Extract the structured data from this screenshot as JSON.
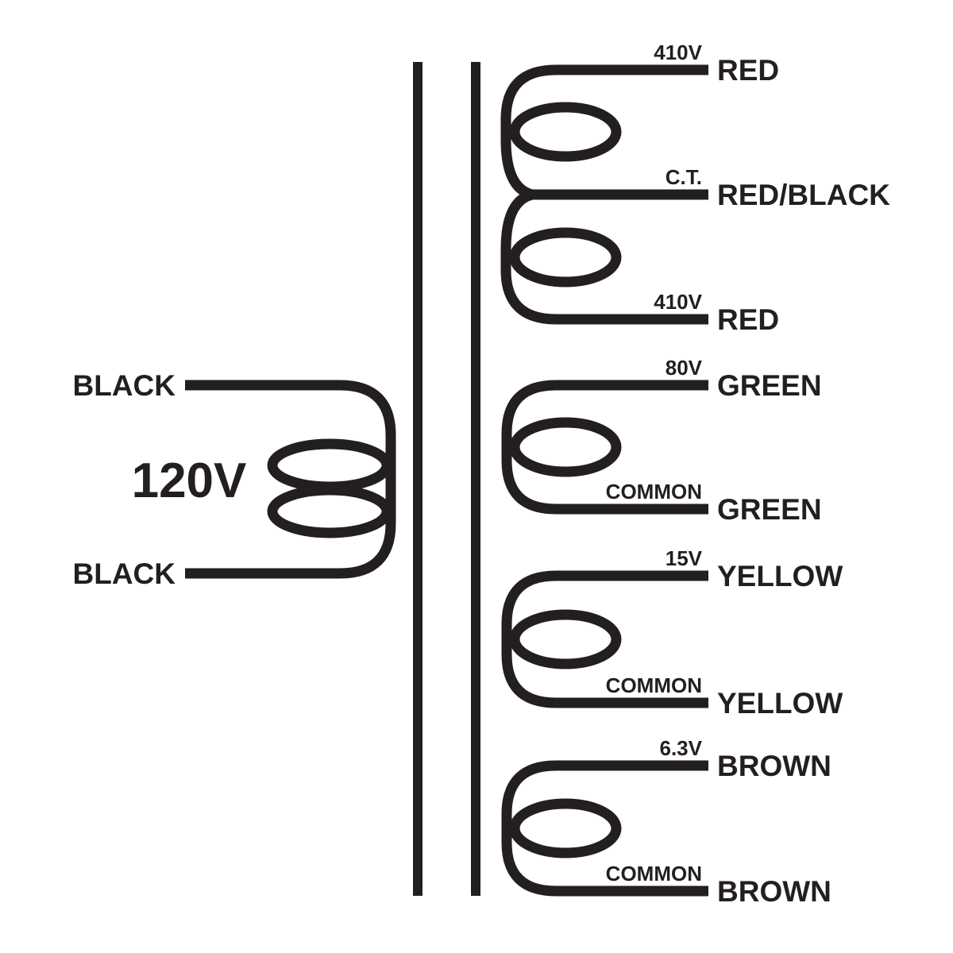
{
  "colors": {
    "ink": "#231f20",
    "background": "#ffffff"
  },
  "primary": {
    "winding_label": "120V",
    "top_lead": "BLACK",
    "bottom_lead": "BLACK"
  },
  "secondaries": [
    {
      "leads": [
        {
          "tap": "410V",
          "wire": "RED"
        },
        {
          "tap": "C.T.",
          "wire": "RED/BLACK"
        },
        {
          "tap": "410V",
          "wire": "RED"
        }
      ]
    },
    {
      "leads": [
        {
          "tap": "80V",
          "wire": "GREEN"
        },
        {
          "tap": "COMMON",
          "wire": "GREEN"
        }
      ]
    },
    {
      "leads": [
        {
          "tap": "15V",
          "wire": "YELLOW"
        },
        {
          "tap": "COMMON",
          "wire": "YELLOW"
        }
      ]
    },
    {
      "leads": [
        {
          "tap": "6.3V",
          "wire": "BROWN"
        },
        {
          "tap": "COMMON",
          "wire": "BROWN"
        }
      ]
    }
  ]
}
